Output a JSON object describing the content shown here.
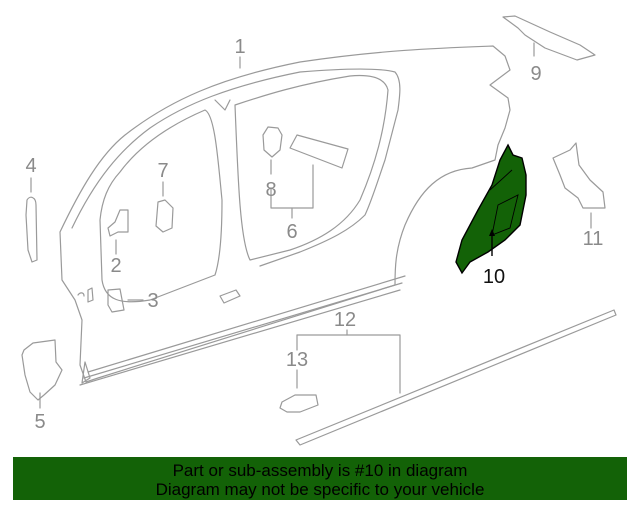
{
  "diagram": {
    "callouts": [
      {
        "id": "1",
        "label": "1"
      },
      {
        "id": "2",
        "label": "2"
      },
      {
        "id": "3",
        "label": "3"
      },
      {
        "id": "4",
        "label": "4"
      },
      {
        "id": "5",
        "label": "5"
      },
      {
        "id": "6",
        "label": "6"
      },
      {
        "id": "7",
        "label": "7"
      },
      {
        "id": "8",
        "label": "8"
      },
      {
        "id": "9",
        "label": "9"
      },
      {
        "id": "10",
        "label": "10"
      },
      {
        "id": "11",
        "label": "11"
      },
      {
        "id": "12",
        "label": "12"
      },
      {
        "id": "13",
        "label": "13"
      }
    ],
    "highlighted_part": "10",
    "colors": {
      "line": "#9a9a9a",
      "highlight_fill": "#136207",
      "highlight_stroke": "#000000"
    }
  },
  "banner": {
    "line1": "Part or sub-assembly is #10 in diagram",
    "line2": "Diagram may not be specific to your vehicle",
    "background": "#136207"
  }
}
